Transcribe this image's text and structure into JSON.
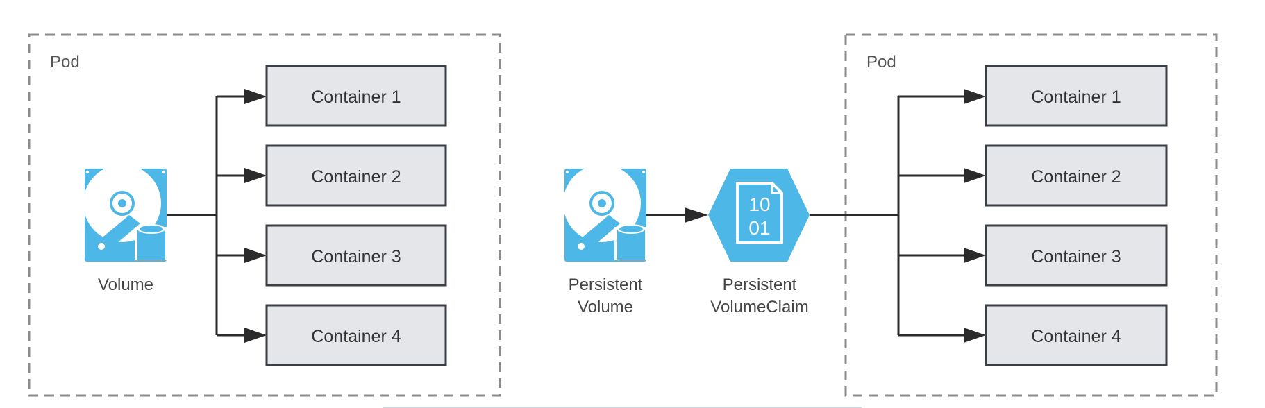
{
  "diagram": {
    "left_pod": {
      "label": "Pod",
      "volume_label": "Volume",
      "containers": [
        "Container 1",
        "Container 2",
        "Container 3",
        "Container 4"
      ]
    },
    "middle": {
      "pv_label_line1": "Persistent",
      "pv_label_line2": "Volume",
      "pvc_label_line1": "Persistent",
      "pvc_label_line2": "VolumeClaim",
      "pvc_glyph_line1": "10",
      "pvc_glyph_line2": "01"
    },
    "right_pod": {
      "label": "Pod",
      "containers": [
        "Container 1",
        "Container 2",
        "Container 3",
        "Container 4"
      ]
    },
    "colors": {
      "icon_blue": "#4db7e8",
      "container_fill": "#e5e6ea",
      "container_border": "#3a3f45",
      "pod_border": "#8c8c8c"
    }
  }
}
